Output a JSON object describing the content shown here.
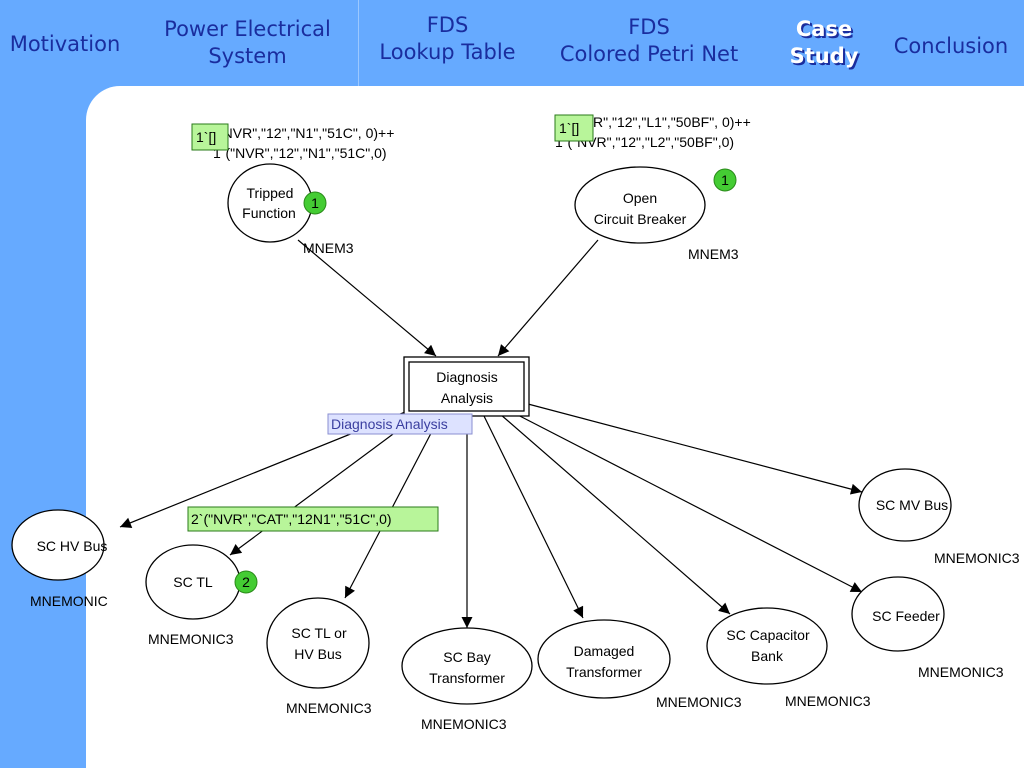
{
  "nav": {
    "motivation": "Motivation",
    "power_line1": "Power Electrical",
    "power_line2": "System",
    "fds_lookup_line1": "FDS",
    "fds_lookup_line2": "Lookup Table",
    "fds_cpn_line1": "FDS",
    "fds_cpn_line2": "Colored Petri Net",
    "case_study_line1": "Case",
    "case_study_line2": "Study",
    "conclusion": "Conclusion"
  },
  "places": {
    "tripped": {
      "line1": "Tripped",
      "line2": "Function",
      "colorset": "MNEM3",
      "token_count": "1",
      "marking_tag": "1`[]",
      "marking_line1": "(\"NVR\",\"12\",\"N1\",\"51C\", 0)++",
      "marking_line2": "1`(\"NVR\",\"12\",\"N1\",\"51C\",0)"
    },
    "open_cb": {
      "line1": "Open",
      "line2": "Circuit Breaker",
      "colorset": "MNEM3",
      "token_count": "1",
      "marking_tag": "1`[]",
      "marking_line1": "R\",\"12\",\"L1\",\"50BF\", 0)++",
      "marking_line2": "1`(\"NVR\",\"12\",\"L2\",\"50BF\",0)"
    },
    "sc_hv_bus": {
      "line1": "SC HV Bus",
      "colorset": "MNEMONIC"
    },
    "sc_tl": {
      "line1": "SC TL",
      "colorset": "MNEMONIC3",
      "token_count": "2",
      "marking": "2`(\"NVR\",\"CAT\",\"12N1\",\"51C\",0)"
    },
    "sc_tl_hv": {
      "line1": "SC TL or",
      "line2": "HV Bus",
      "colorset": "MNEMONIC3"
    },
    "sc_bay": {
      "line1": "SC Bay",
      "line2": "Transformer",
      "colorset": "MNEMONIC3"
    },
    "damaged": {
      "line1": "Damaged",
      "line2": "Transformer",
      "colorset": "MNEMONIC3"
    },
    "sc_cap": {
      "line1": "SC Capacitor",
      "line2": "Bank",
      "colorset": "MNEMONIC3"
    },
    "sc_feeder": {
      "line1": "SC Feeder",
      "colorset": "MNEMONIC3"
    },
    "sc_mv_bus": {
      "line1": "SC MV Bus",
      "colorset": "MNEMONIC3"
    }
  },
  "transition": {
    "line1": "Diagnosis",
    "line2": "Analysis",
    "tooltip": "Diagnosis Analysis"
  },
  "colors": {
    "nav_bg": "#66aaff",
    "nav_text": "#1a2d9e",
    "token_fill": "#44cc33",
    "marking_fill": "#b8f59a"
  }
}
